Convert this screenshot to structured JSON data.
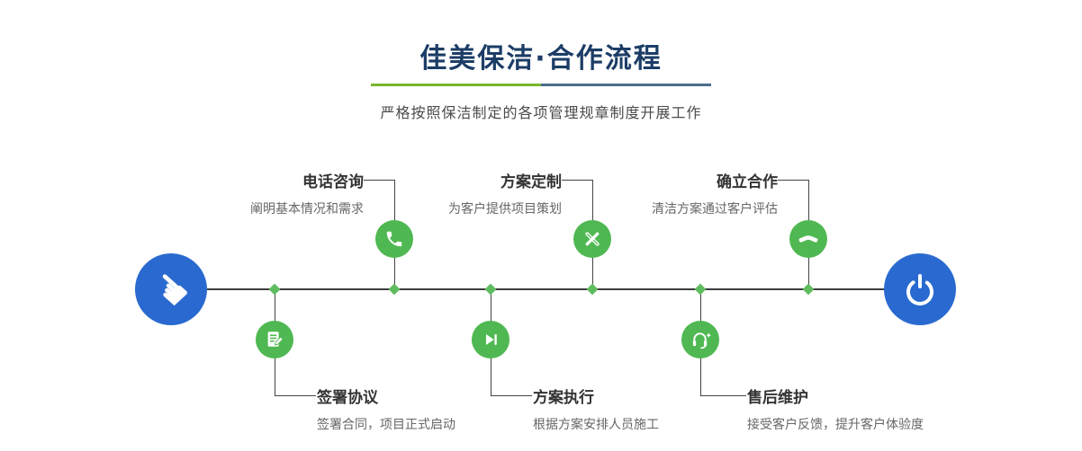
{
  "header": {
    "title": "佳美保洁·合作流程",
    "subtitle": "严格按照保洁制定的各项管理规章制度开展工作"
  },
  "timeline": {
    "start_icon": "pointer-hand-icon",
    "end_icon": "power-icon"
  },
  "steps_top": [
    {
      "title": "电话咨询",
      "desc": "阐明基本情况和需求",
      "icon": "phone-icon"
    },
    {
      "title": "方案定制",
      "desc": "为客户提供项目策划",
      "icon": "design-tools-icon"
    },
    {
      "title": "确立合作",
      "desc": "清洁方案通过客户评估",
      "icon": "handshake-icon"
    }
  ],
  "steps_bottom": [
    {
      "title": "签署协议",
      "desc": "签署合同，项目正式启动",
      "icon": "contract-sign-icon"
    },
    {
      "title": "方案执行",
      "desc": "根据方案安排人员施工",
      "icon": "play-step-icon"
    },
    {
      "title": "售后维护",
      "desc": "接受客户反馈，提升客户体验度",
      "icon": "headset-plus-icon"
    }
  ],
  "colors": {
    "primary_blue": "#2a6ad0",
    "node_green": "#4fb852",
    "diamond_green": "#5fbc60",
    "title_navy": "#1c3d66",
    "underline_green": "#79b72e",
    "underline_blue": "#4b6d8c",
    "line_dark": "#444444"
  }
}
